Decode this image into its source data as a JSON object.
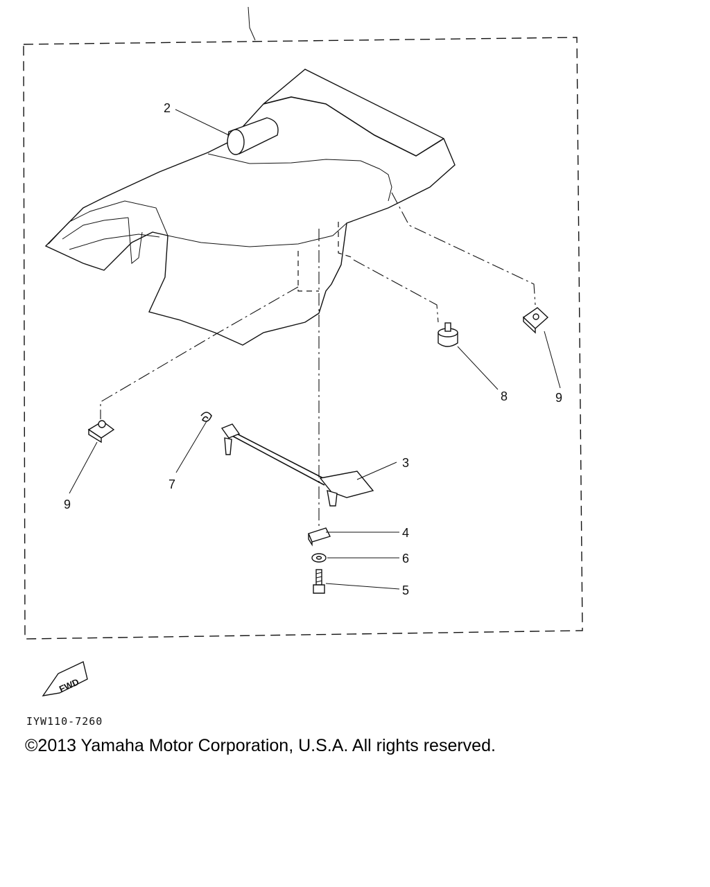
{
  "diagram": {
    "callouts": [
      {
        "id": "c2",
        "label": "2"
      },
      {
        "id": "c3",
        "label": "3"
      },
      {
        "id": "c4",
        "label": "4"
      },
      {
        "id": "c5",
        "label": "5"
      },
      {
        "id": "c6",
        "label": "6"
      },
      {
        "id": "c7",
        "label": "7"
      },
      {
        "id": "c8",
        "label": "8"
      },
      {
        "id": "c9a",
        "label": "9"
      },
      {
        "id": "c9b",
        "label": "9"
      }
    ],
    "fwd_label": "FWD",
    "drawing_code": "IYW110-7260"
  },
  "copyright": "©2013 Yamaha Motor Corporation, U.S.A. All rights reserved."
}
